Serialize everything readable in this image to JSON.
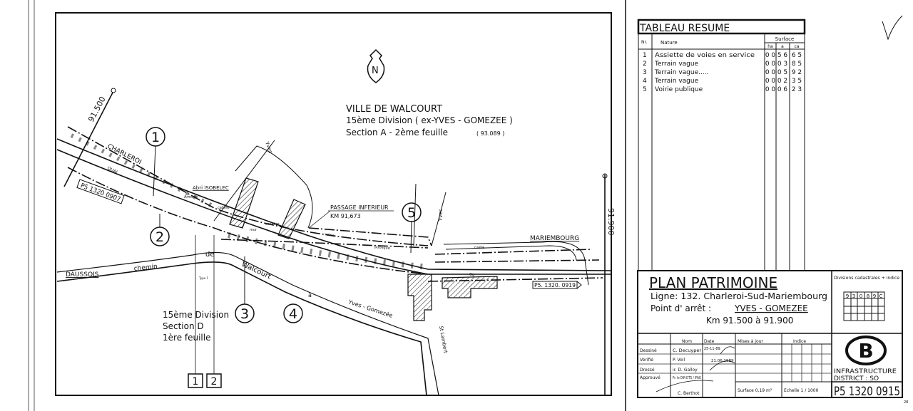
{
  "map": {
    "title": "VILLE DE WALCOURT",
    "division": "15ème Division ( ex-YVES - GOMEZEE )",
    "section": "Section A - 2ème feuille",
    "section_ref": "( 93.089 )",
    "north": "N",
    "km_start": "91.500",
    "km_end": "91.900",
    "markers": [
      "1",
      "2",
      "3",
      "4",
      "5"
    ],
    "division_d": [
      "15ème Division",
      "Section D",
      "1ère feuille"
    ],
    "boxes": [
      "1",
      "2"
    ],
    "labels": {
      "charleroi": "CHARLEROI",
      "quai": "QUAI",
      "ps_left": "P5 1320 0907",
      "ps_right": "P5. 1320. 0919",
      "abri": "Abri ISOBELEC",
      "armoire": "Armoire",
      "cabine": "cabine",
      "mur": "mur",
      "escalier": "escalier",
      "passage": "PASSAGE INFERIEUR",
      "passage_km": "KM 91,673",
      "voirie": "voirie",
      "publique": "publique",
      "ruelle": "ruelle",
      "mariembourg": "MARIEMBOURG",
      "yves_top": "Yves",
      "yves_mid": "Yves",
      "daussois": "DAUSSOIS",
      "chemin": "chemin",
      "de": "de",
      "walcourt": "Walcourt",
      "a": "à",
      "yves_gomezee": "Yves - Gomezée",
      "st_lambert": "St Lambert",
      "type": "Type 1",
      "og": "Og"
    }
  },
  "table": {
    "title": "TABLEAU RESUME",
    "col_nr": "Nr.",
    "col_nature": "Nature",
    "col_surface": "Surface",
    "col_ha": "ha",
    "col_a": "a",
    "col_ca": "ca",
    "rows": [
      {
        "nr": "1",
        "nature": "Assiette de voies en service",
        "ha": "0 0",
        "a": "5 6",
        "ca": "6 5"
      },
      {
        "nr": "2",
        "nature": "Terrain vague",
        "ha": "0 0",
        "a": "0 3",
        "ca": "8 5"
      },
      {
        "nr": "3",
        "nature": "Terrain vague.....",
        "ha": "0 0",
        "a": "0 5",
        "ca": "9 2"
      },
      {
        "nr": "4",
        "nature": "Terrain vague",
        "ha": "0 0",
        "a": "0 2",
        "ca": "3 5"
      },
      {
        "nr": "5",
        "nature": "Voirie publique",
        "ha": "0 0",
        "a": "0 6",
        "ca": "2 3"
      }
    ]
  },
  "title_block": {
    "title": "PLAN PATRIMOINE",
    "ligne": "Ligne: 132.   Charleroi-Sud-Mariembourg",
    "point_label": "Point d' arrêt :",
    "point_value": "YVES - GOMEZEE",
    "km": "Km  91.500  à  91.900",
    "cadastral_label": "Divisions cadastrales + indice",
    "cadastral_code": [
      "9",
      "3",
      "0",
      "8",
      "9",
      "C"
    ],
    "hdr_nom": "Nom",
    "hdr_date": "Date",
    "hdr_mises": "Mises à jour",
    "hdr_indice": "Indice",
    "roles": [
      {
        "role": "Dessiné",
        "name": "C. Decuyper",
        "date": "25-11-89"
      },
      {
        "role": "Vérifié",
        "name": "P. Voll",
        "date": "21.06.1989"
      },
      {
        "role": "Dressé",
        "name": "ir. D. Galloy",
        "date": ""
      },
      {
        "role": "Approuvé",
        "name": "Pr. le DIR-DTS / IPAG",
        "date": ""
      }
    ],
    "signer": "C. Berthot",
    "surface": "Surface  0,19  m²",
    "echelle": "Echelle 1 / 1000",
    "logo": "B",
    "infra": "INFRASTRUCTURE",
    "district": "DISTRICT :   SO",
    "plan_number": "P5 1320 0915",
    "sheet_mark": "28"
  }
}
